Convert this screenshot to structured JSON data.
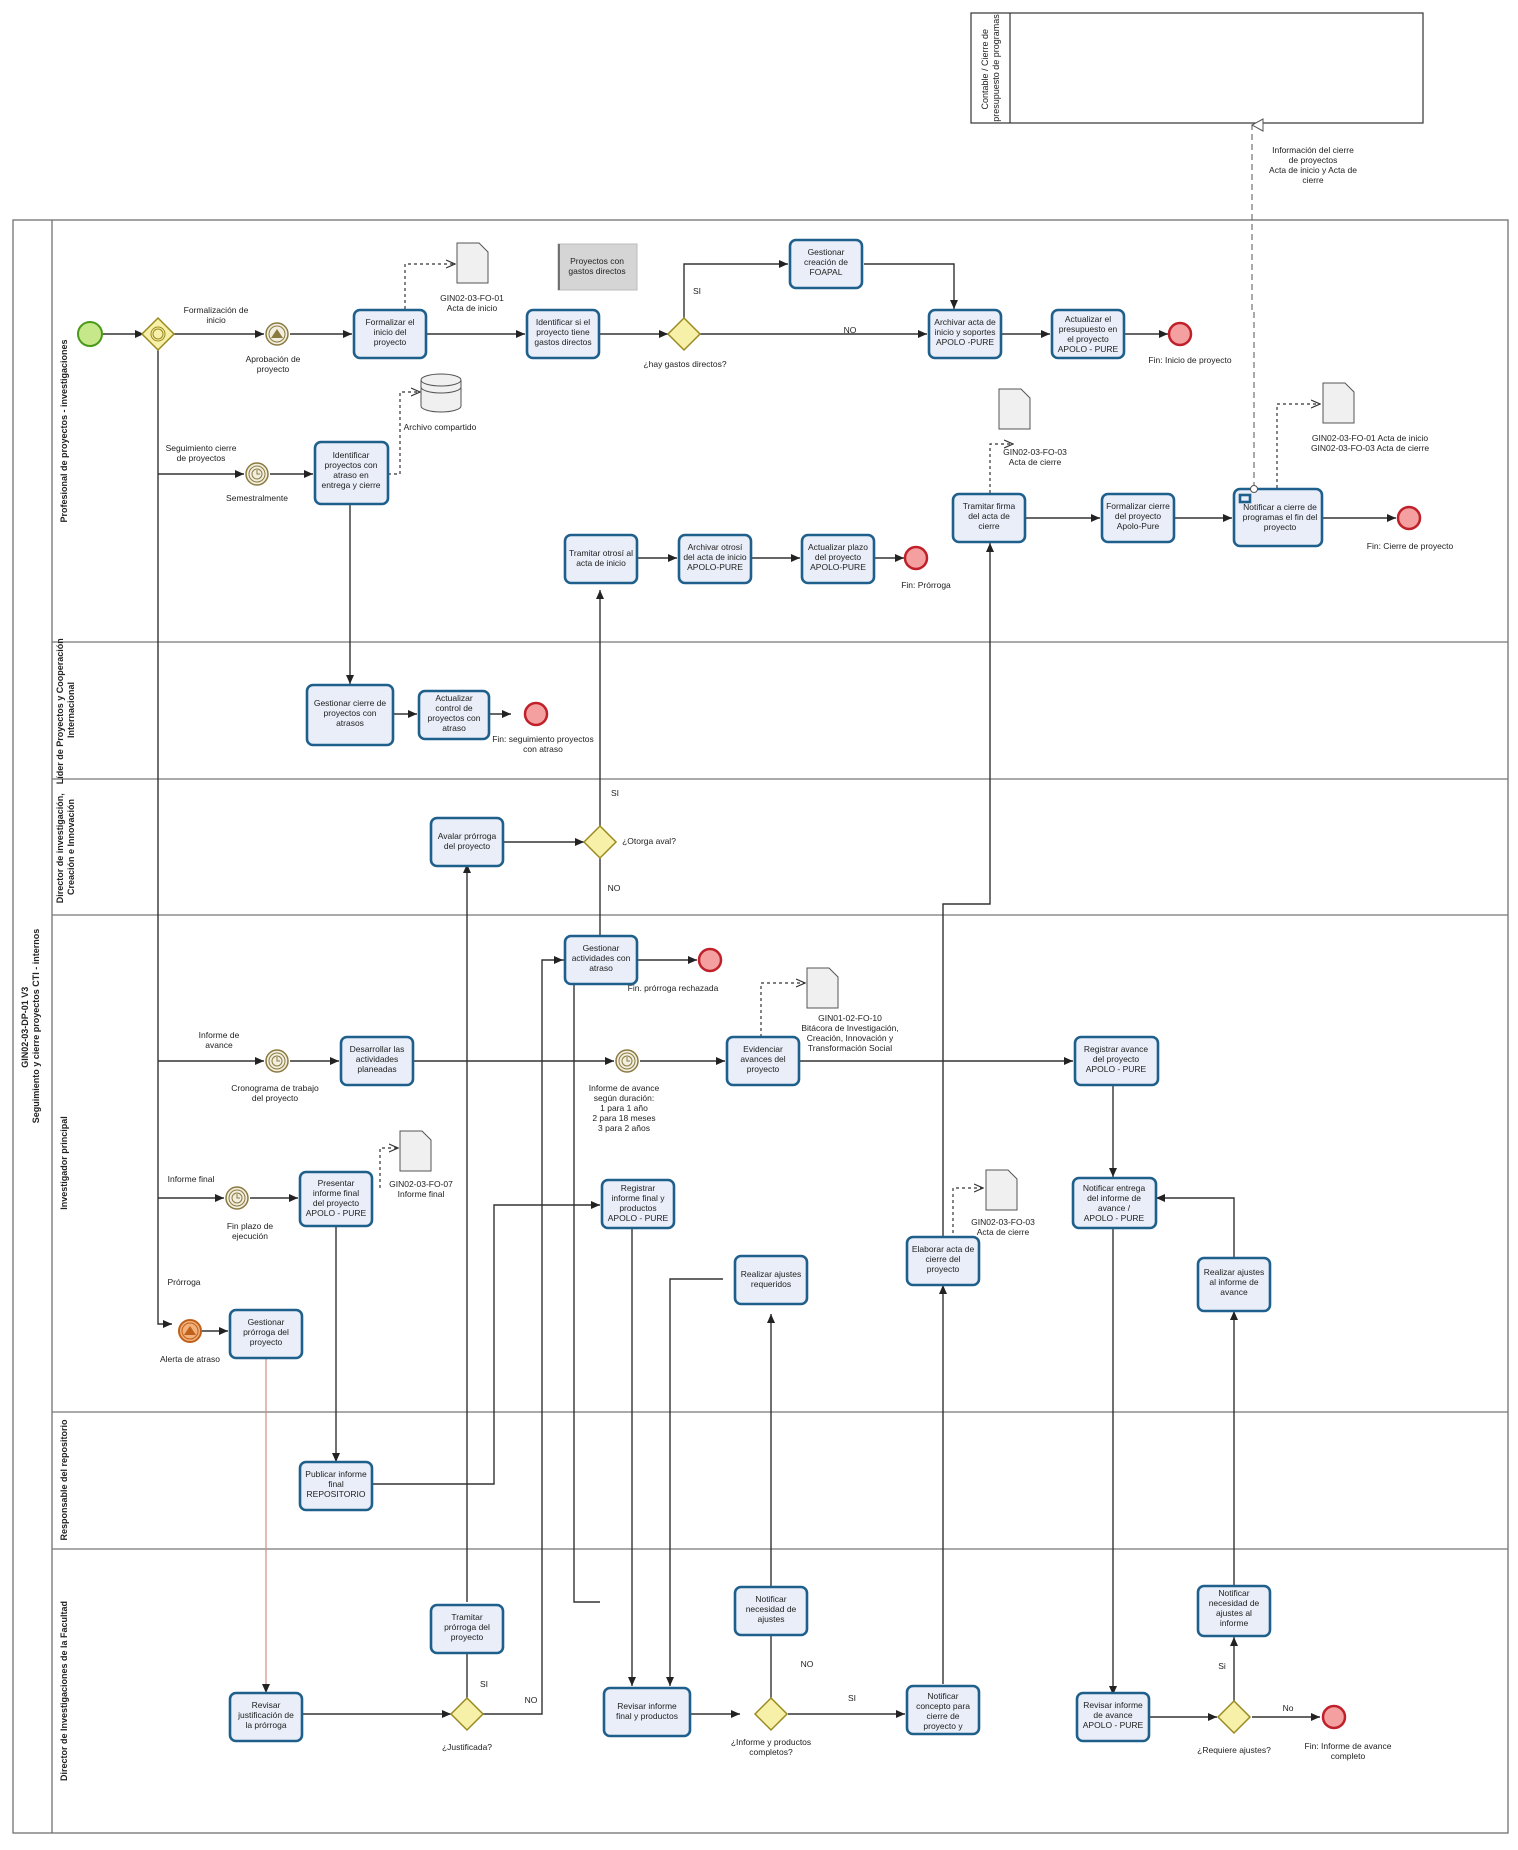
{
  "pool": {
    "title_line1": "GIN02-03-DP-01 V3",
    "title_line2": "Seguimiento y cierre proyectos CTI - internos"
  },
  "lanes": {
    "profesional": "Profesional de proyectos - investigaciones",
    "lider": [
      "Líder de Proyectos y Cooperación",
      "Internacional"
    ],
    "director_inv": [
      "Director de investigación,",
      "Creación e Innovación"
    ],
    "investigador": "Investigador principal",
    "repositorio": "Responsable del repositorio",
    "director_fac": "Director de Investigaciones de la Facultad"
  },
  "external_pool": {
    "title": [
      "Contable / Cierre de",
      "presupuesto de programas"
    ]
  },
  "tasks": {
    "formalizar_inicio": [
      "Formalizar el",
      "inicio del",
      "proyecto"
    ],
    "identificar_gastos": [
      "Identificar si el",
      "proyecto tiene",
      "gastos directos"
    ],
    "gestionar_foapal": [
      "Gestionar",
      "creación de",
      "FOAPAL"
    ],
    "archivar_acta": [
      "Archivar acta de",
      "inicio y soportes",
      "APOLO -PURE"
    ],
    "actualizar_presupuesto": [
      "Actualizar el",
      "presupuesto en",
      "el proyecto",
      "APOLO - PURE"
    ],
    "identificar_atraso": [
      "Identificar",
      "proyectos con",
      "atraso en",
      "entrega y cierre"
    ],
    "tramitar_otrosi": [
      "Tramitar otrosí al",
      "acta de inicio"
    ],
    "archivar_otrosi": [
      "Archivar otrosí",
      "del acta de inicio",
      "APOLO-PURE"
    ],
    "actualizar_plazo": [
      "Actualizar plazo",
      "del proyecto",
      "APOLO-PURE"
    ],
    "tramitar_firma": [
      "Tramitar firma",
      "del acta de",
      "cierre"
    ],
    "formalizar_cierre": [
      "Formalizar cierre",
      "del proyecto",
      "Apolo-Pure"
    ],
    "notificar_cierre": [
      "Notificar a cierre de",
      "programas el fin del",
      "proyecto"
    ],
    "gestionar_cierre_atraso": [
      "Gestionar cierre de",
      "proyectos con",
      "atrasos"
    ],
    "actualizar_control": [
      "Actualizar",
      "control de",
      "proyectos con",
      "atraso"
    ],
    "avalar_prorroga": [
      "Avalar prórroga",
      "del proyecto"
    ],
    "gestionar_actividades": [
      "Gestionar",
      "actividades con",
      "atraso"
    ],
    "desarrollar_actividades": [
      "Desarrollar las",
      "actividades",
      "planeadas"
    ],
    "evidenciar_avances": [
      "Evidenciar",
      "avances del",
      "proyecto"
    ],
    "registrar_avance": [
      "Registrar avance",
      "del proyecto",
      "APOLO - PURE"
    ],
    "presentar_informe": [
      "Presentar",
      "informe final",
      "del proyecto",
      "APOLO - PURE"
    ],
    "registrar_informe": [
      "Registrar",
      "informe final y",
      "productos",
      "APOLO - PURE"
    ],
    "realizar_ajustes": [
      "Realizar ajustes",
      "requeridos"
    ],
    "elaborar_acta": [
      "Elaborar acta de",
      "cierre del",
      "proyecto"
    ],
    "notificar_entrega": [
      "Notificar entrega",
      "del informe de",
      "avance /",
      "APOLO - PURE"
    ],
    "realizar_ajustes_avance": [
      "Realizar ajustes",
      "al informe de",
      "avance"
    ],
    "gestionar_prorroga": [
      "Gestionar",
      "prórroga del",
      "proyecto"
    ],
    "publicar_informe": [
      "Publicar informe",
      "final",
      "REPOSITORIO"
    ],
    "tramitar_prorroga": [
      "Tramitar",
      "prórroga del",
      "proyecto"
    ],
    "revisar_justificacion": [
      "Revisar",
      "justificación de",
      "la prórroga"
    ],
    "revisar_informe_final": [
      "Revisar informe",
      "final y productos"
    ],
    "notificar_ajustes": [
      "Notificar",
      "necesidad de",
      "ajustes"
    ],
    "notificar_concepto": [
      "Notificar",
      "concepto para",
      "cierre de",
      "proyecto y"
    ],
    "revisar_informe_avance": [
      "Revisar informe",
      "de avance",
      "APOLO - PURE"
    ],
    "notificar_ajustes_informe": [
      "Notificar",
      "necesidad de",
      "ajustes al",
      "informe"
    ]
  },
  "labels": {
    "formalizacion_inicio": [
      "Formalización de",
      "inicio"
    ],
    "aprobacion": [
      "Aprobación de",
      "proyecto"
    ],
    "gin_fo01": [
      "GIN02-03-FO-01",
      "Acta de inicio"
    ],
    "proyectos_gastos": [
      "Proyectos con",
      "gastos directos"
    ],
    "hay_gastos": "¿hay gastos directos?",
    "si": "SI",
    "no": "NO",
    "fin_inicio": "Fin: Inicio de proyecto",
    "seguimiento": [
      "Seguimiento cierre",
      "de proyectos"
    ],
    "semestralmente": "Semestralmente",
    "archivo": "Archivo compartido",
    "gin_fo03_acta": [
      "GIN02-03-FO-03",
      "Acta de cierre"
    ],
    "gin_both": [
      "GIN02-03-FO-01 Acta de inicio",
      "GIN02-03-FO-03 Acta de cierre"
    ],
    "fin_prorroga": "Fin: Prórroga",
    "fin_cierre": "Fin: Cierre de proyecto",
    "info_cierre": [
      "Información del cierre",
      "de proyectos",
      "Acta de inicio y Acta de",
      "cierre"
    ],
    "fin_seguimiento": [
      "Fin: seguimiento proyectos",
      "con atraso"
    ],
    "otorga_aval": "¿Otorga aval?",
    "fin_prorroga_rechazada": "Fin. prórroga rechazada",
    "gin_bitacora": [
      "GIN01-02-FO-10",
      "Bitácora de Investigación,",
      "Creación, Innovación y",
      "Transformación Social"
    ],
    "informe_avance": [
      "Informe de",
      "avance"
    ],
    "cronograma": [
      "Cronograma de trabajo",
      "del proyecto"
    ],
    "informe_duracion": [
      "Informe de avance",
      "según duración:",
      "1 para 1 año",
      "2 para 18 meses",
      "3 para 2 años"
    ],
    "informe_final": "Informe final",
    "fin_plazo": [
      "Fin plazo de",
      "ejecución"
    ],
    "gin_fo07": [
      "GIN02-03-FO-07",
      "Informe final"
    ],
    "prorroga": "Prórroga",
    "alerta": "Alerta de atraso",
    "justificada": "¿Justificada?",
    "si_mixed": "SI",
    "informe_completo": [
      "¿Informe y productos",
      "completos?"
    ],
    "requiere_ajustes": "¿Requiere ajustes?",
    "si_lower": "Si",
    "no_lower": "No",
    "fin_avance": [
      "Fin: Informe de avance",
      "completo"
    ]
  }
}
